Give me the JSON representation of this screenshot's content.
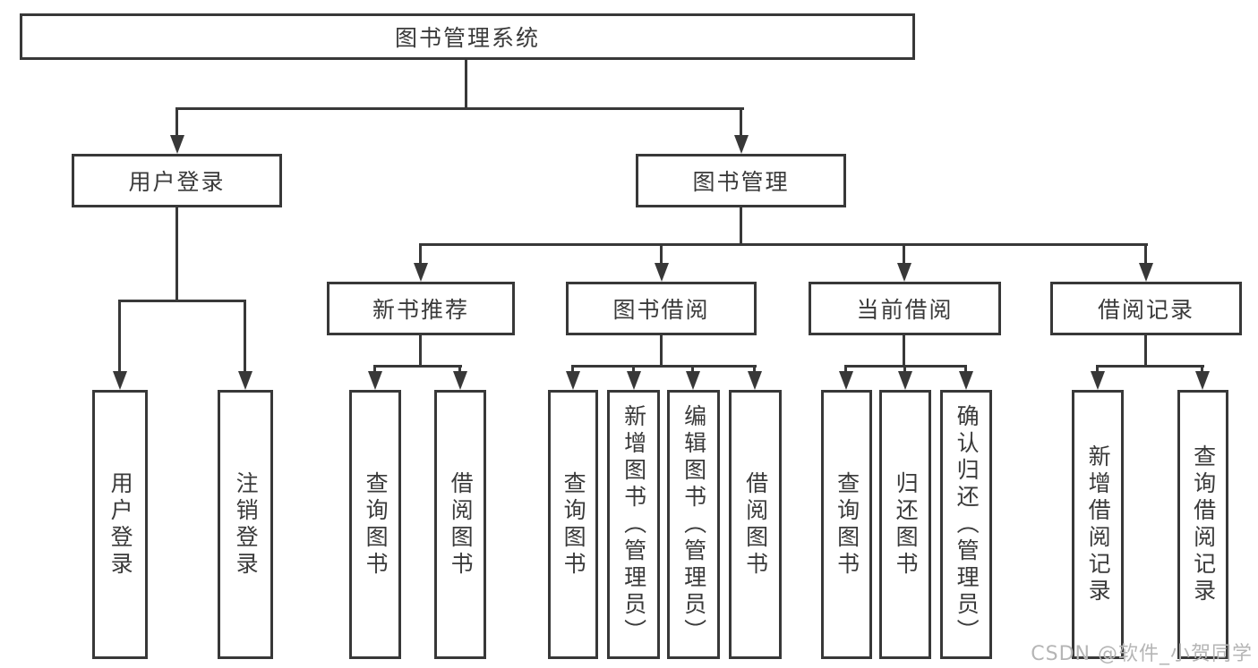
{
  "diagram": {
    "root": {
      "label": "图书管理系统"
    },
    "user_login": {
      "label": "用户登录",
      "children": [
        {
          "label": "用户登录"
        },
        {
          "label": "注销登录"
        }
      ]
    },
    "book_management": {
      "label": "图书管理",
      "groups": [
        {
          "label": "新书推荐",
          "children": [
            {
              "label": "查询图书"
            },
            {
              "label": "借阅图书"
            }
          ]
        },
        {
          "label": "图书借阅",
          "children": [
            {
              "label": "查询图书"
            },
            {
              "label": "新增图书（管理员）"
            },
            {
              "label": "编辑图书（管理员）"
            },
            {
              "label": "借阅图书"
            }
          ]
        },
        {
          "label": "当前借阅",
          "children": [
            {
              "label": "查询图书"
            },
            {
              "label": "归还图书"
            },
            {
              "label": "确认归还（管理员）"
            }
          ]
        },
        {
          "label": "借阅记录",
          "children": [
            {
              "label": "新增借阅记录"
            },
            {
              "label": "查询借阅记录"
            }
          ]
        }
      ]
    }
  },
  "watermark": {
    "text": "CSDN @软件_小贺同学"
  },
  "colors": {
    "line": "#383838",
    "text": "#3a3a3a",
    "background": "#ffffff",
    "watermark": "#b5b5b5"
  }
}
